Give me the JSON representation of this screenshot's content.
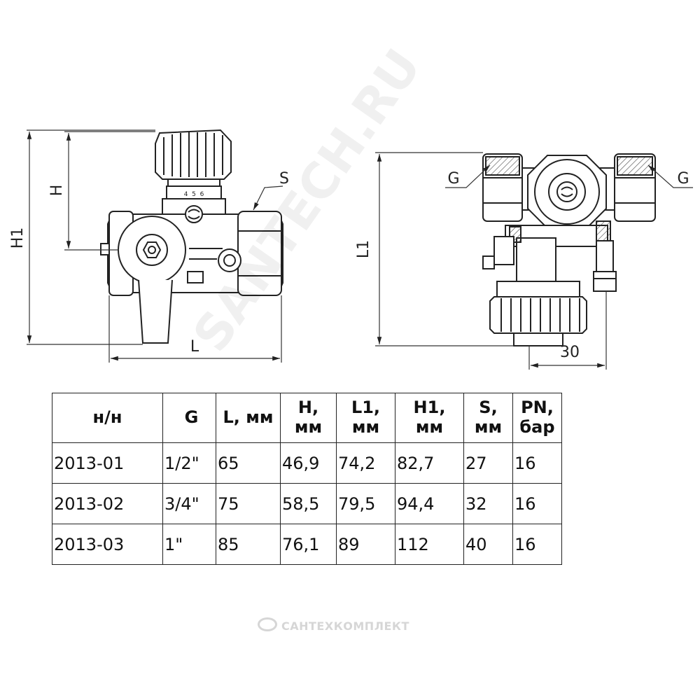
{
  "dimension_labels": {
    "H1": "H1",
    "H": "H",
    "L": "L",
    "S": "S",
    "G_left": "G",
    "G_right": "G",
    "L1": "L1",
    "dim_30": "30"
  },
  "dial_marks": "4  5  6",
  "table": {
    "headers": [
      "н/н",
      "G",
      "L, мм",
      "H, мм",
      "L1, мм",
      "H1, мм",
      "S, мм",
      "PN, бар"
    ],
    "rows": [
      [
        "2013-01",
        "1/2\"",
        "65",
        "46,9",
        "74,2",
        "82,7",
        "27",
        "16"
      ],
      [
        "2013-02",
        "3/4\"",
        "75",
        "58,5",
        "79,5",
        "94,4",
        "32",
        "16"
      ],
      [
        "2013-03",
        "1\"",
        "85",
        "76,1",
        "89",
        "112",
        "40",
        "16"
      ]
    ]
  },
  "watermark_text": "SANTECH.RU",
  "footer_logo": "САНТЕХКОМПЛЕКТ",
  "colors": {
    "line": "#222222",
    "background": "#ffffff",
    "watermark": "#e6e6e6"
  }
}
